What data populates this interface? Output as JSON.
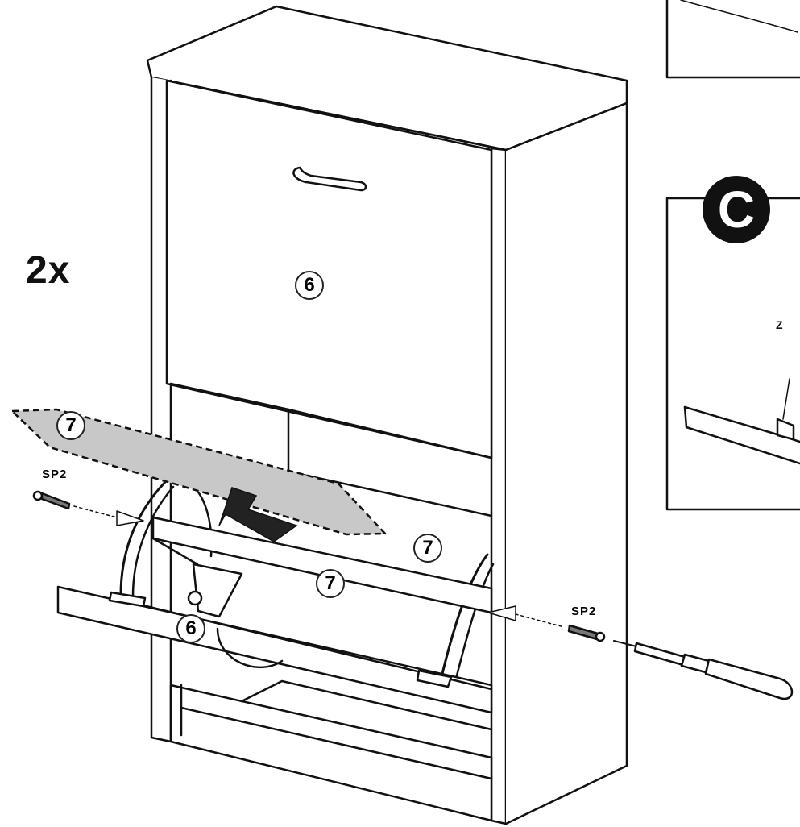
{
  "instruction": {
    "quantity": "2x",
    "callout_letter": "C",
    "callout_partial_text": "Z"
  },
  "parts": {
    "door_6_top": "6",
    "shelf_7_dashed": "7",
    "shelf_7_right": "7",
    "shelf_7_center": "7",
    "door_6_bottom": "6"
  },
  "hardware": {
    "screw_left": "SP2",
    "screw_right": "SP2"
  },
  "colors": {
    "line": "#111111",
    "shelf_fill": "#c8c8c8",
    "background": "#ffffff"
  }
}
